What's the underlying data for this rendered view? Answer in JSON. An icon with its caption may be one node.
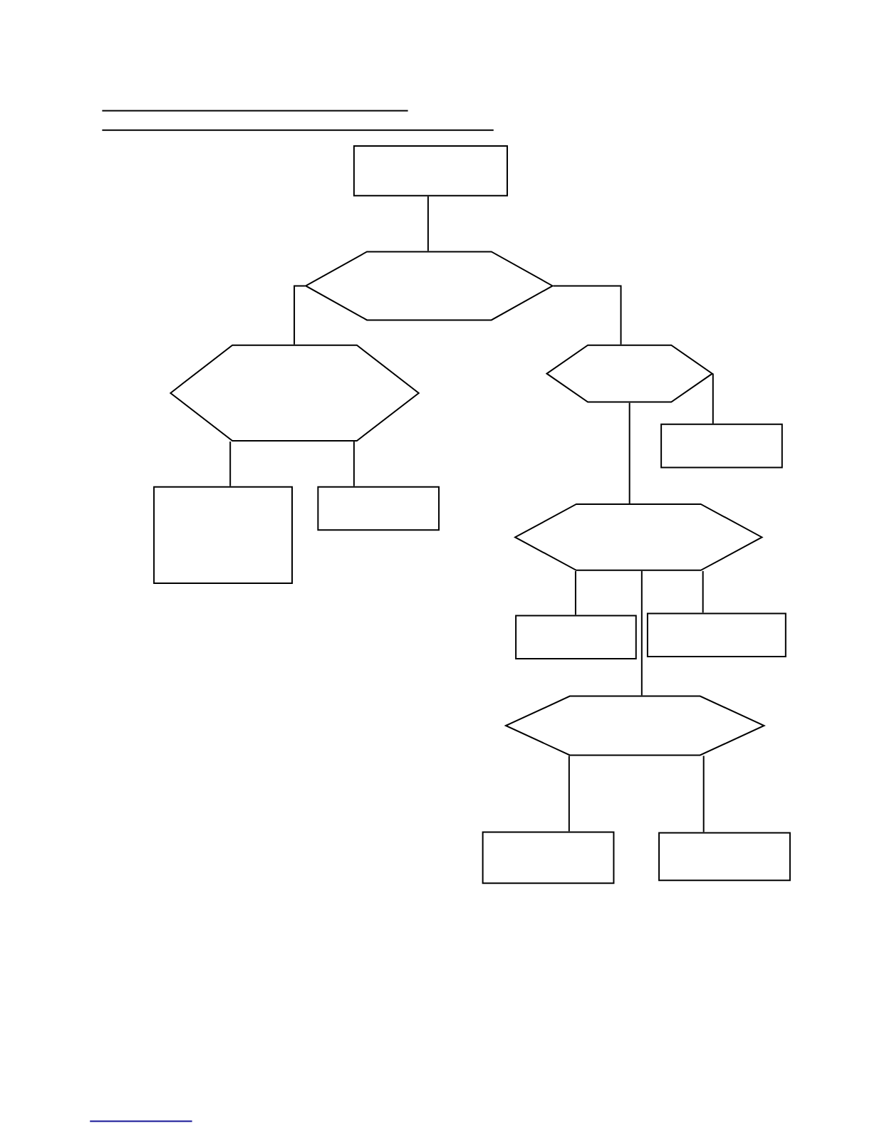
{
  "diagram": {
    "nodes": [
      {
        "text": [],
        "shape": "box"
      },
      {
        "text": [],
        "shape": "hexagon"
      },
      {
        "text": [],
        "shape": "hexagon"
      },
      {
        "text": [],
        "shape": "hexagon"
      },
      {
        "text": [],
        "shape": "box"
      },
      {
        "text": [],
        "shape": "box"
      },
      {
        "text": [],
        "shape": "box"
      },
      {
        "text": [],
        "shape": "hexagon"
      },
      {
        "text": [],
        "shape": "box"
      },
      {
        "text": [],
        "shape": "box"
      },
      {
        "text": [],
        "shape": "hexagon"
      },
      {
        "text": [],
        "shape": "box"
      },
      {
        "text": [],
        "shape": "box"
      }
    ],
    "edges": [
      {
        "from": 0,
        "to": 1,
        "arrow": "none"
      },
      {
        "from": 1,
        "to": 2,
        "arrow": "none"
      },
      {
        "from": 1,
        "to": 3,
        "arrow": "none"
      },
      {
        "from": 2,
        "to": 5,
        "arrow": "none"
      },
      {
        "from": 2,
        "to": 6,
        "arrow": "none"
      },
      {
        "from": 3,
        "to": 4,
        "arrow": "none"
      },
      {
        "from": 3,
        "to": 7,
        "arrow": "none"
      },
      {
        "from": 7,
        "to": 8,
        "arrow": "none"
      },
      {
        "from": 7,
        "to": 9,
        "arrow": "none"
      },
      {
        "from": 7,
        "to": 10,
        "arrow": "none"
      },
      {
        "from": 10,
        "to": 11,
        "arrow": "none"
      },
      {
        "from": 10,
        "to": 12,
        "arrow": "none"
      }
    ]
  }
}
